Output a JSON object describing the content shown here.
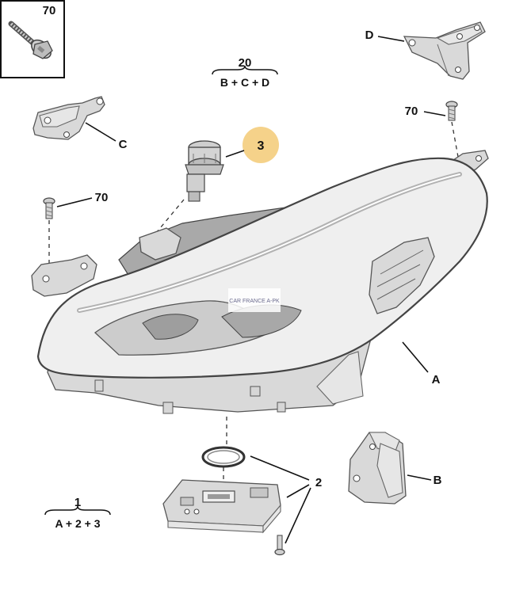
{
  "labels": {
    "screw_box": "70",
    "bracket_d": "D",
    "screw_right": "70",
    "group_20_number": "20",
    "group_20_formula": "B + C + D",
    "bracket_c": "C",
    "bulb_3": "3",
    "screw_left": "70",
    "headlamp_a": "A",
    "ballast_2": "2",
    "bracket_b": "B",
    "group_1_number": "1",
    "group_1_formula": "A + 2 + 3"
  },
  "watermark": "CAR FRANCE A-PK",
  "colors": {
    "line": "#111111",
    "part_fill": "#d9d9d9",
    "highlight": "#f5d28a"
  }
}
